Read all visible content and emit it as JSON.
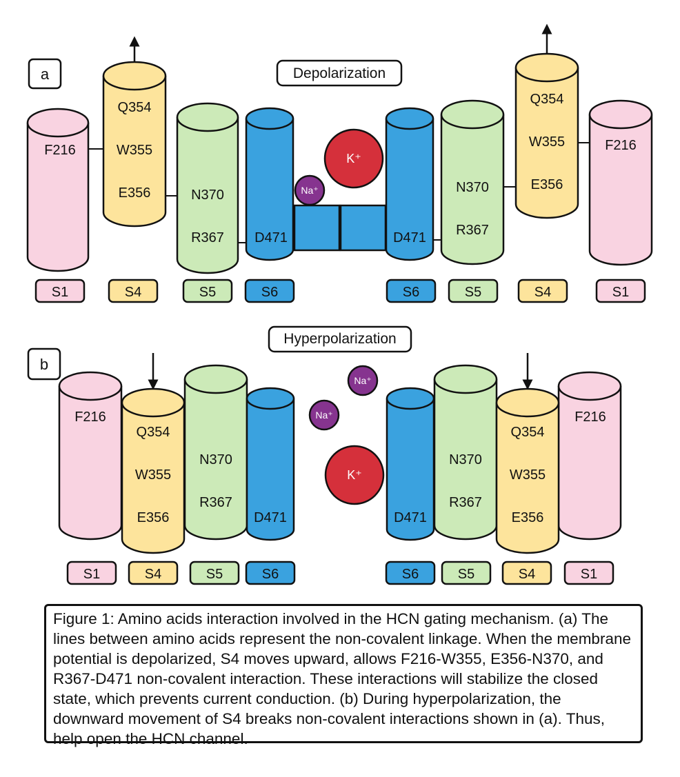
{
  "panels": {
    "a": {
      "letter": "a",
      "title": "Depolarization",
      "left": {
        "s1": {
          "name": "S1",
          "residue": "F216"
        },
        "s4": {
          "name": "S4",
          "residues": [
            "Q354",
            "W355",
            "E356"
          ]
        },
        "s5": {
          "name": "S5",
          "residues": [
            "N370",
            "R367"
          ]
        },
        "s6": {
          "name": "S6",
          "residue": "D471"
        }
      },
      "right": {
        "s6": {
          "name": "S6",
          "residue": "D471"
        },
        "s5": {
          "name": "S5",
          "residues": [
            "N370",
            "R367"
          ]
        },
        "s4": {
          "name": "S4",
          "residues": [
            "Q354",
            "W355",
            "E356"
          ]
        },
        "s1": {
          "name": "S1",
          "residue": "F216"
        }
      },
      "ions": {
        "potassium": "K⁺",
        "sodium": "Na⁺"
      }
    },
    "b": {
      "letter": "b",
      "title": "Hyperpolarization",
      "left": {
        "s1": {
          "name": "S1",
          "residue": "F216"
        },
        "s4": {
          "name": "S4",
          "residues": [
            "Q354",
            "W355",
            "E356"
          ]
        },
        "s5": {
          "name": "S5",
          "residues": [
            "N370",
            "R367"
          ]
        },
        "s6": {
          "name": "S6",
          "residue": "D471"
        }
      },
      "right": {
        "s6": {
          "name": "S6",
          "residue": "D471"
        },
        "s5": {
          "name": "S5",
          "residues": [
            "N370",
            "R367"
          ]
        },
        "s4": {
          "name": "S4",
          "residues": [
            "Q354",
            "W355",
            "E356"
          ]
        },
        "s1": {
          "name": "S1",
          "residue": "F216"
        }
      },
      "ions": {
        "sodium_top": "Na⁺",
        "sodium_left": "Na⁺",
        "potassium": "K⁺"
      }
    }
  },
  "colors": {
    "s1": "#f9d3e1",
    "s4": "#fde49c",
    "s5": "#cceab8",
    "s6": "#3aa2df",
    "potassium": "#d5303b",
    "sodium": "#86348f",
    "outline": "#111111"
  },
  "caption": "Figure 1: Amino acids interaction involved in the HCN gating mechanism. (a) The lines between amino acids represent the non-covalent linkage. When the membrane potential is depolarized, S4 moves upward, allows F216-W355, E356-N370, and R367-D471 non-covalent interaction. These interactions will stabilize the closed state, which prevents current conduction.  (b) During hyperpolarization, the downward movement of S4 breaks non-covalent interactions shown in (a). Thus, help open the HCN channel."
}
